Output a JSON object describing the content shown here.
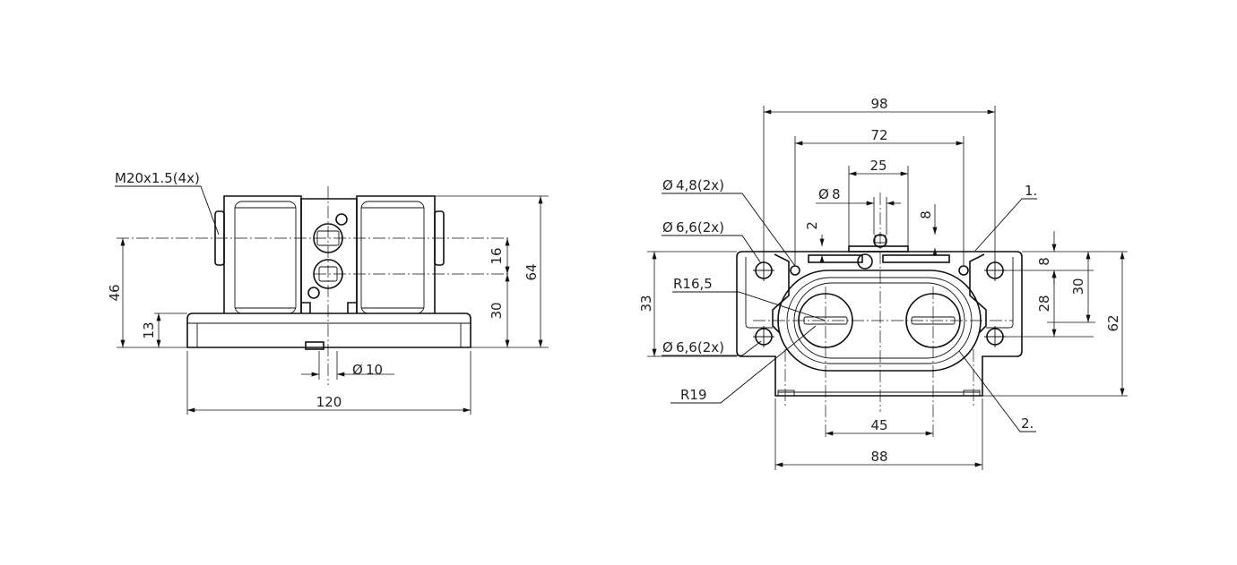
{
  "side_view": {
    "thread_label": "M20x1.5(4x)",
    "dim_width": "120",
    "dim_height_total": "64",
    "dim_axis_height": "46",
    "dim_base_height": "13",
    "dim_hole_spacing": "16",
    "dim_lower_hole_height": "30",
    "dim_shaft_dia": "10",
    "diameter_symbol": "Ø"
  },
  "front_view": {
    "dim_overall_width": "98",
    "dim_mount_spacing": "72",
    "dim_cap_width": "25",
    "dim_pin_dia": "8",
    "dim_small_2": "2",
    "dim_small_8": "8",
    "dim_hole_48": "4,8(2x)",
    "dim_hole_66_top": "6,6(2x)",
    "dim_hole_66_bottom": "6,6(2x)",
    "dim_radius_165": "R16,5",
    "dim_radius_19": "R19",
    "dim_height_33": "33",
    "dim_right_8": "8",
    "dim_right_28": "28",
    "dim_right_30": "30",
    "dim_total_height_62": "62",
    "dim_center_spacing_45": "45",
    "dim_body_width_88": "88",
    "callout_1": "1.",
    "callout_2": "2.",
    "diameter_symbol": "Ø"
  }
}
